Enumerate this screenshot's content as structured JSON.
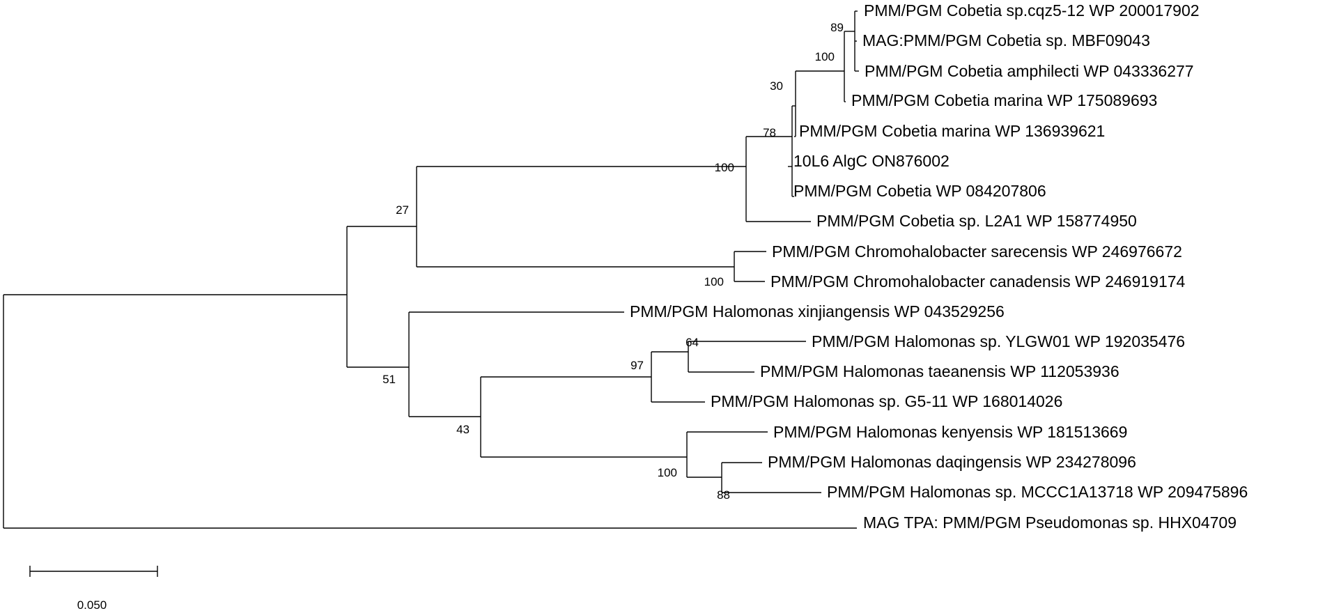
{
  "tree": {
    "leaves": [
      {
        "id": "l1",
        "label": "PMM/PGM Cobetia sp.cqz5-12 WP 200017902"
      },
      {
        "id": "l2",
        "label": "MAG:PMM/PGM Cobetia sp. MBF09043"
      },
      {
        "id": "l3",
        "label": "PMM/PGM Cobetia amphilecti WP 043336277"
      },
      {
        "id": "l4",
        "label": "PMM/PGM Cobetia marina WP 175089693"
      },
      {
        "id": "l5",
        "label": "PMM/PGM Cobetia marina WP 136939621"
      },
      {
        "id": "l6",
        "label": "10L6 AlgC ON876002"
      },
      {
        "id": "l7",
        "label": "PMM/PGM Cobetia WP 084207806"
      },
      {
        "id": "l8",
        "label": "PMM/PGM Cobetia sp. L2A1 WP 158774950"
      },
      {
        "id": "l9",
        "label": "PMM/PGM Chromohalobacter sarecensis WP 246976672"
      },
      {
        "id": "l10",
        "label": "PMM/PGM Chromohalobacter canadensis WP 246919174"
      },
      {
        "id": "l11",
        "label": "PMM/PGM Halomonas xinjiangensis WP 043529256"
      },
      {
        "id": "l12",
        "label": "PMM/PGM Halomonas sp. YLGW01 WP 192035476"
      },
      {
        "id": "l13",
        "label": "PMM/PGM Halomonas taeanensis WP 112053936"
      },
      {
        "id": "l14",
        "label": "PMM/PGM Halomonas sp. G5-11 WP 168014026"
      },
      {
        "id": "l15",
        "label": "PMM/PGM Halomonas kenyensis WP 181513669"
      },
      {
        "id": "l16",
        "label": "PMM/PGM Halomonas daqingensis WP 234278096"
      },
      {
        "id": "l17",
        "label": "PMM/PGM Halomonas sp. MCCC1A13718 WP 209475896"
      },
      {
        "id": "l18",
        "label": "MAG TPA: PMM/PGM Pseudomonas sp. HHX04709"
      }
    ],
    "bootstrap": {
      "n89": "89",
      "n100a": "100",
      "n30": "30",
      "n78": "78",
      "n100b": "100",
      "n27": "27",
      "n100c": "100",
      "n51": "51",
      "n64": "64",
      "n97": "97",
      "n43": "43",
      "n100d": "100",
      "n88": "88"
    }
  },
  "scale_bar": {
    "label": "0.050",
    "value": 0.05
  }
}
